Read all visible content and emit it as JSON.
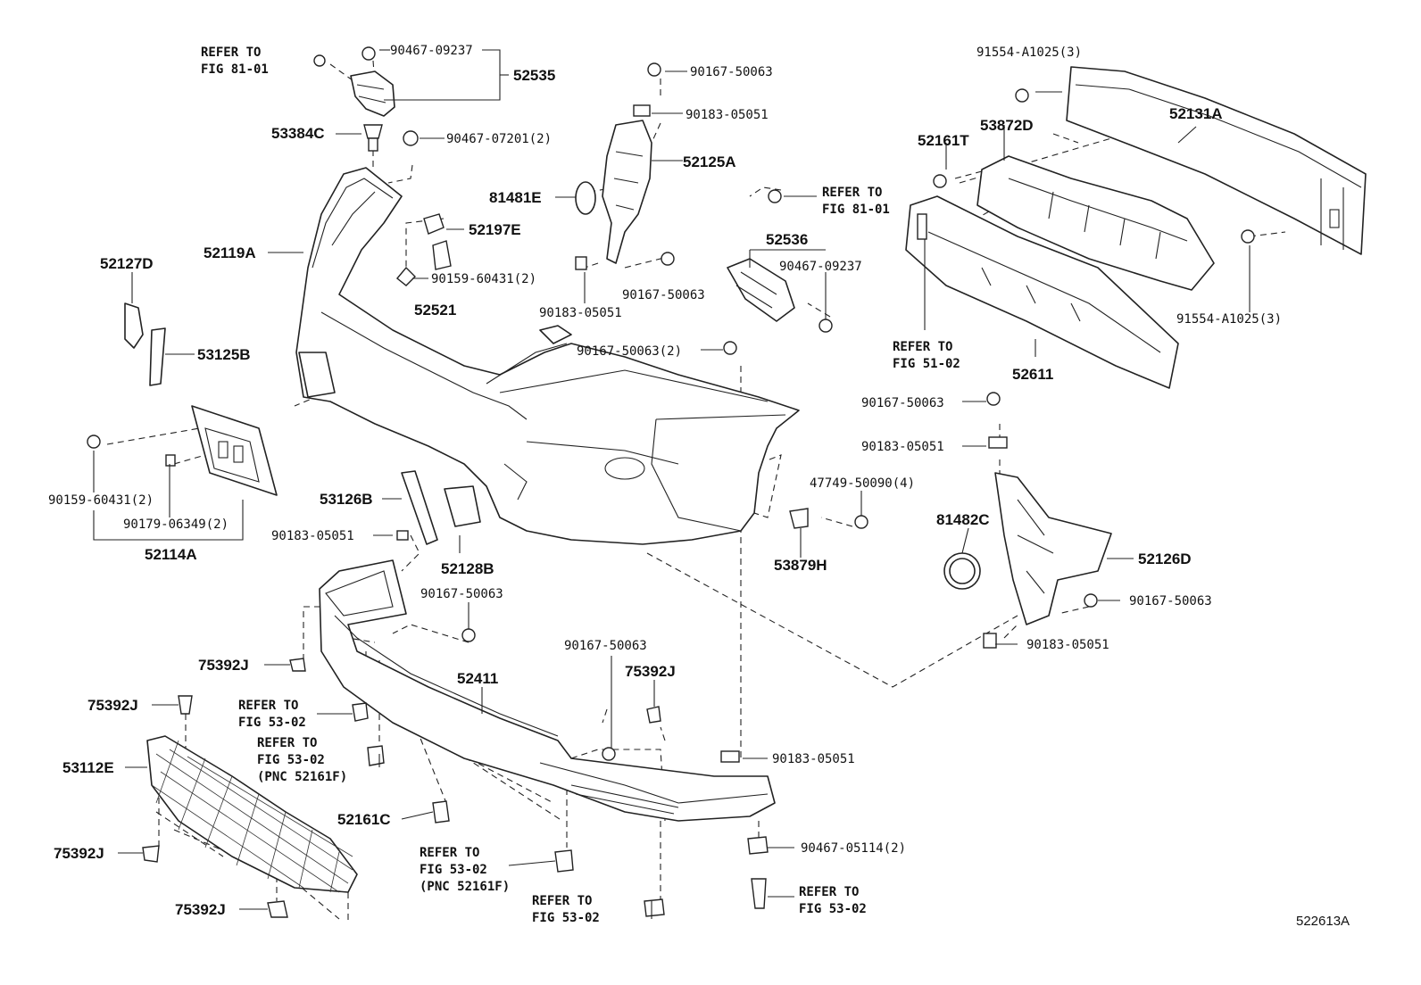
{
  "diagram_id": "522613A",
  "labels": {
    "ref_81_01_a": "REFER TO\nFIG 81-01",
    "p90467_09237_a": "90467-09237",
    "p52535": "52535",
    "p53384C": "53384C",
    "p90467_07201": "90467-07201(2)",
    "p52119A": "52119A",
    "p52197E": "52197E",
    "p90159_60431_a": "90159-60431(2)",
    "p52127D": "52127D",
    "p52521": "52521",
    "p53125B": "53125B",
    "p90159_60431_b": "90159-60431(2)",
    "p90179_06349": "90179-06349(2)",
    "p52114A": "52114A",
    "p53126B": "53126B",
    "p90183_05051_a": "90183-05051",
    "p52128B": "52128B",
    "p90167_50063_a": "90167-50063",
    "p90183_05051_b": "90183-05051",
    "p52125A": "52125A",
    "p81481E": "81481E",
    "p90167_50063_b": "90167-50063",
    "p90183_05051_c": "90183-05051",
    "ref_81_01_b": "REFER TO\nFIG 81-01",
    "p52536": "52536",
    "p90467_09237_b": "90467-09237",
    "p90167_50063_2": "90167-50063(2)",
    "p91554_a": "91554-A1025(3)",
    "p52131A": "52131A",
    "p52161T": "52161T",
    "p53872D": "53872D",
    "p91554_b": "91554-A1025(3)",
    "ref_51_02": "REFER TO\nFIG 51-02",
    "p52611": "52611",
    "p90167_50063_c": "90167-50063",
    "p90183_05051_d": "90183-05051",
    "p47749": "47749-50090(4)",
    "p81482C": "81482C",
    "p52126D": "52126D",
    "p53879H": "53879H",
    "p90167_50063_d": "90167-50063",
    "p90183_05051_e": "90183-05051",
    "p90167_50063_e": "90167-50063",
    "p75392J_a": "75392J",
    "p52411": "52411",
    "p90167_50063_f": "90167-50063",
    "p75392J_b": "75392J",
    "p75392J_c": "75392J",
    "ref_53_02_a": "REFER TO\nFIG 53-02",
    "ref_53_02_b": "REFER TO\nFIG 53-02\n(PNC 52161F)",
    "p53112E": "53112E",
    "p52161C": "52161C",
    "p90183_05051_f": "90183-05051",
    "p75392J_d": "75392J",
    "p75392J_e": "75392J",
    "ref_53_02_c": "REFER TO\nFIG 53-02\n(PNC 52161F)",
    "ref_53_02_d": "REFER TO\nFIG 53-02",
    "p90467_05114": "90467-05114(2)",
    "ref_53_02_e": "REFER TO\nFIG 53-02"
  }
}
